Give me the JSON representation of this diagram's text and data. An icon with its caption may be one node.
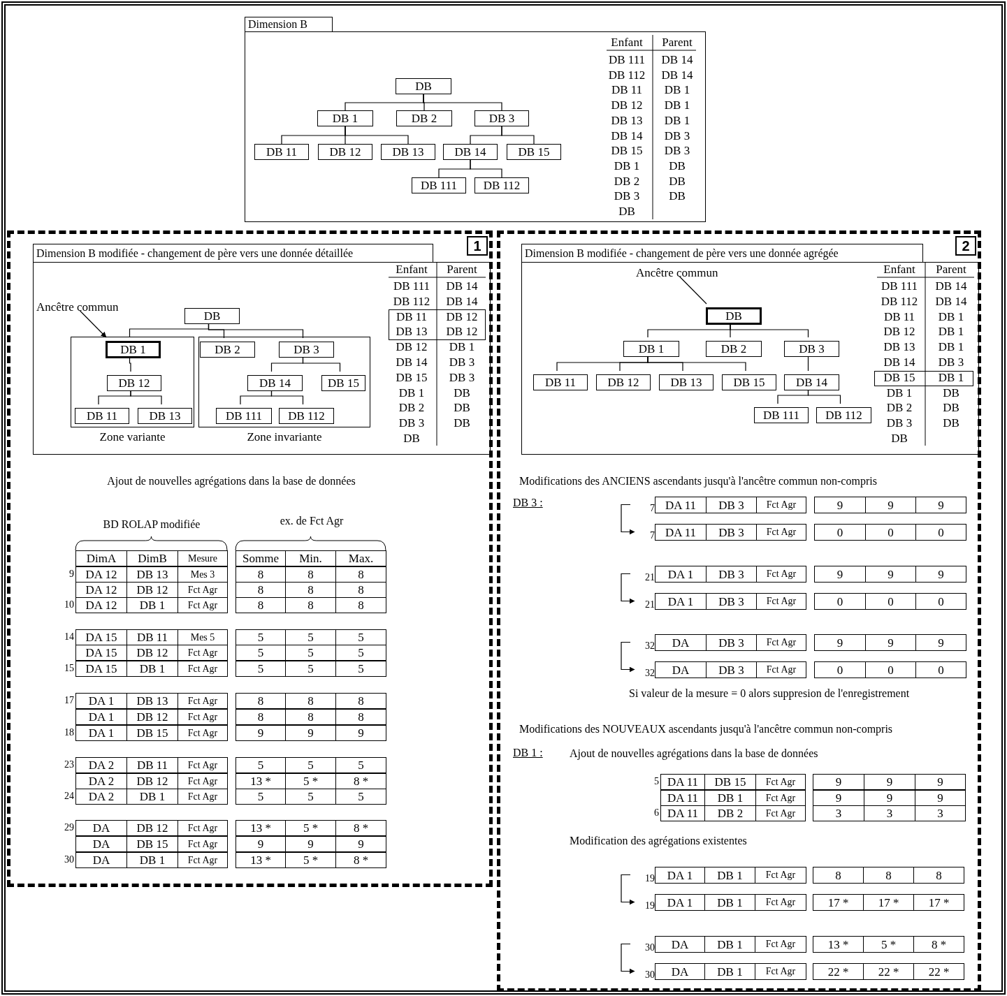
{
  "diagram": {
    "nodes": [
      {
        "text": [
          "Dimension B"
        ]
      },
      {
        "text": [
          "DB"
        ],
        "in": 0
      },
      {
        "text": [
          "DB 1"
        ],
        "in": 0
      },
      {
        "text": [
          "DB 2"
        ],
        "in": 0
      },
      {
        "text": [
          "DB 3"
        ],
        "in": 0
      },
      {
        "text": [
          "DB 11"
        ],
        "in": 0
      },
      {
        "text": [
          "DB 12"
        ],
        "in": 0
      },
      {
        "text": [
          "DB 13"
        ],
        "in": 0
      },
      {
        "text": [
          "DB 14"
        ],
        "in": 0
      },
      {
        "text": [
          "DB 15"
        ],
        "in": 0
      },
      {
        "text": [
          "DB 111"
        ],
        "in": 0
      },
      {
        "text": [
          "DB 112"
        ],
        "in": 0
      },
      {
        "text": [
          "1"
        ]
      },
      {
        "text": [
          "Dimension B modifiée - changement de père vers une donnée détaillée"
        ],
        "in": 12
      },
      {
        "text": [
          "Ancêtre commun"
        ],
        "in": 13
      },
      {
        "text": [
          "DB"
        ],
        "in": 13
      },
      {
        "text": [
          "Zone variante"
        ],
        "in": 13
      },
      {
        "text": [
          "DB 1"
        ],
        "in": 16
      },
      {
        "text": [
          "DB 12"
        ],
        "in": 16
      },
      {
        "text": [
          "DB 11"
        ],
        "in": 16
      },
      {
        "text": [
          "DB 13"
        ],
        "in": 16
      },
      {
        "text": [
          "Zone invariante"
        ],
        "in": 13
      },
      {
        "text": [
          "DB 2"
        ],
        "in": 21
      },
      {
        "text": [
          "DB 3"
        ],
        "in": 21
      },
      {
        "text": [
          "DB 14"
        ],
        "in": 21
      },
      {
        "text": [
          "DB 15"
        ],
        "in": 21
      },
      {
        "text": [
          "DB 111"
        ],
        "in": 21
      },
      {
        "text": [
          "DB 112"
        ],
        "in": 21
      },
      {
        "text": [
          "2"
        ]
      },
      {
        "text": [
          "Dimension B modifiée - changement de père vers une donnée agrégée"
        ],
        "in": 28
      },
      {
        "text": [
          "Ancêtre commun"
        ],
        "in": 29
      },
      {
        "text": [
          "DB"
        ],
        "in": 29
      },
      {
        "text": [
          "DB 1"
        ],
        "in": 29
      },
      {
        "text": [
          "DB 2"
        ],
        "in": 29
      },
      {
        "text": [
          "DB 3"
        ],
        "in": 29
      },
      {
        "text": [
          "DB 11"
        ],
        "in": 29
      },
      {
        "text": [
          "DB 12"
        ],
        "in": 29
      },
      {
        "text": [
          "DB 13"
        ],
        "in": 29
      },
      {
        "text": [
          "DB 15"
        ],
        "in": 29
      },
      {
        "text": [
          "DB 14"
        ],
        "in": 29
      },
      {
        "text": [
          "DB 111"
        ],
        "in": 29
      },
      {
        "text": [
          "DB 112"
        ],
        "in": 29
      },
      {
        "text": [
          "7"
        ],
        "in": 28
      },
      {
        "text": [
          "7"
        ],
        "in": 28
      },
      {
        "text": [
          "21"
        ],
        "in": 28
      },
      {
        "text": [
          "21"
        ],
        "in": 28
      },
      {
        "text": [
          "32"
        ],
        "in": 28
      },
      {
        "text": [
          "32"
        ],
        "in": 28
      },
      {
        "text": [
          "19"
        ],
        "in": 28
      },
      {
        "text": [
          "19"
        ],
        "in": 28
      },
      {
        "text": [
          "30"
        ],
        "in": 28
      },
      {
        "text": [
          "30"
        ],
        "in": 28
      }
    ],
    "edges": [
      {
        "from": 1,
        "to": 2,
        "arrow": "none"
      },
      {
        "from": 1,
        "to": 3,
        "arrow": "none"
      },
      {
        "from": 1,
        "to": 4,
        "arrow": "none"
      },
      {
        "from": 2,
        "to": 5,
        "arrow": "none"
      },
      {
        "from": 2,
        "to": 6,
        "arrow": "none"
      },
      {
        "from": 2,
        "to": 7,
        "arrow": "none"
      },
      {
        "from": 4,
        "to": 8,
        "arrow": "none"
      },
      {
        "from": 4,
        "to": 9,
        "arrow": "none"
      },
      {
        "from": 8,
        "to": 10,
        "arrow": "none"
      },
      {
        "from": 8,
        "to": 11,
        "arrow": "none"
      },
      {
        "from": 14,
        "to": 17,
        "arrow": "to"
      },
      {
        "from": 15,
        "to": 17,
        "arrow": "none"
      },
      {
        "from": 15,
        "to": 22,
        "arrow": "none"
      },
      {
        "from": 15,
        "to": 23,
        "arrow": "none"
      },
      {
        "from": 17,
        "to": 18,
        "arrow": "none"
      },
      {
        "from": 18,
        "to": 19,
        "arrow": "none"
      },
      {
        "from": 18,
        "to": 20,
        "arrow": "none"
      },
      {
        "from": 23,
        "to": 24,
        "arrow": "none"
      },
      {
        "from": 23,
        "to": 25,
        "arrow": "none"
      },
      {
        "from": 24,
        "to": 26,
        "arrow": "none"
      },
      {
        "from": 24,
        "to": 27,
        "arrow": "none"
      },
      {
        "from": 30,
        "to": 31,
        "arrow": "none"
      },
      {
        "from": 31,
        "to": 32,
        "arrow": "none"
      },
      {
        "from": 31,
        "to": 33,
        "arrow": "none"
      },
      {
        "from": 31,
        "to": 34,
        "arrow": "none"
      },
      {
        "from": 32,
        "to": 35,
        "arrow": "none"
      },
      {
        "from": 32,
        "to": 36,
        "arrow": "none"
      },
      {
        "from": 32,
        "to": 37,
        "arrow": "none"
      },
      {
        "from": 32,
        "to": 38,
        "arrow": "none"
      },
      {
        "from": 34,
        "to": 39,
        "arrow": "none"
      },
      {
        "from": 39,
        "to": 40,
        "arrow": "none"
      },
      {
        "from": 39,
        "to": 41,
        "arrow": "none"
      },
      {
        "from": 42,
        "to": 43,
        "arrow": "to"
      },
      {
        "from": 44,
        "to": 45,
        "arrow": "to"
      },
      {
        "from": 46,
        "to": 47,
        "arrow": "to"
      },
      {
        "from": 48,
        "to": 49,
        "arrow": "to"
      },
      {
        "from": 50,
        "to": 51,
        "arrow": "to"
      }
    ],
    "labels": [
      "Enfant",
      "Parent",
      "DB 111",
      "DB 14",
      "DB 112",
      "DB 14",
      "DB 11",
      "DB 1",
      "DB 12",
      "DB 1",
      "DB 13",
      "DB 1",
      "DB 14",
      "DB 3",
      "DB 15",
      "DB 3",
      "DB 1",
      "DB",
      "DB 2",
      "DB",
      "DB 3",
      "DB",
      "DB",
      "Enfant",
      "Parent",
      "DB 111",
      "DB 14",
      "DB 112",
      "DB 14",
      "DB 11",
      "DB 12",
      "DB 13",
      "DB 12",
      "DB 12",
      "DB 1",
      "DB 14",
      "DB 3",
      "DB 15",
      "DB 3",
      "DB 1",
      "DB",
      "DB 2",
      "DB",
      "DB 3",
      "DB",
      "DB",
      "Enfant",
      "Parent",
      "DB 111",
      "DB 14",
      "DB 112",
      "DB 14",
      "DB 11",
      "DB 1",
      "DB 12",
      "DB 1",
      "DB 13",
      "DB 1",
      "DB 14",
      "DB 3",
      "DB 15",
      "DB 1",
      "DB 1",
      "DB",
      "DB 2",
      "DB",
      "DB 3",
      "DB",
      "DB",
      "Ajout de nouvelles agrégations dans la base de données",
      "BD ROLAP modifiée",
      "ex. de Fct Agr",
      "DimA",
      "DimB",
      "Mesure",
      "Somme",
      "Min.",
      "Max.",
      "9",
      "DA 12",
      "DB 13",
      "Mes 3",
      "8",
      "8",
      "8",
      "DA 12",
      "DB 12",
      "Fct Agr",
      "8",
      "8",
      "8",
      "10",
      "DA 12",
      "DB 1",
      "Fct Agr",
      "8",
      "8",
      "8",
      "14",
      "DA 15",
      "DB 11",
      "Mes 5",
      "5",
      "5",
      "5",
      "DA 15",
      "DB 12",
      "Fct Agr",
      "5",
      "5",
      "5",
      "15",
      "DA 15",
      "DB 1",
      "Fct Agr",
      "5",
      "5",
      "5",
      "17",
      "DA 1",
      "DB 13",
      "Fct Agr",
      "8",
      "8",
      "8",
      "DA 1",
      "DB 12",
      "Fct Agr",
      "8",
      "8",
      "8",
      "18",
      "DA 1",
      "DB 15",
      "Fct Agr",
      "9",
      "9",
      "9",
      "23",
      "DA 2",
      "DB 11",
      "Fct Agr",
      "5",
      "5",
      "5",
      "DA 2",
      "DB 12",
      "Fct Agr",
      "13 *",
      "5 *",
      "8 *",
      "24",
      "DA 2",
      "DB 1",
      "Fct Agr",
      "5",
      "5",
      "5",
      "29",
      "DA",
      "DB 12",
      "Fct Agr",
      "13 *",
      "5 *",
      "8 *",
      "DA",
      "DB 15",
      "Fct Agr",
      "9",
      "9",
      "9",
      "30",
      "DA",
      "DB 1",
      "Fct Agr",
      "13 *",
      "5 *",
      "8 *",
      "Modifications des ANCIENS ascendants jusqu'à l'ancêtre commun non-compris",
      "DB 3 :",
      "DA 11",
      "DB 3",
      "Fct Agr",
      "9",
      "9",
      "9",
      "DA 11",
      "DB 3",
      "Fct Agr",
      "0",
      "0",
      "0",
      "DA 1",
      "DB 3",
      "Fct Agr",
      "9",
      "9",
      "9",
      "DA 1",
      "DB 3",
      "Fct Agr",
      "0",
      "0",
      "0",
      "DA",
      "DB 3",
      "Fct Agr",
      "9",
      "9",
      "9",
      "DA",
      "DB 3",
      "Fct Agr",
      "0",
      "0",
      "0",
      "Si valeur de la mesure = 0 alors suppresion de l'enregistrement",
      "Modifications des NOUVEAUX ascendants jusqu'à l'ancêtre commun non-compris",
      "DB 1 :",
      "Ajout de nouvelles agrégations dans la base de données",
      "5",
      "DA 11",
      "DB 15",
      "Fct Agr",
      "9",
      "9",
      "9",
      "DA 11",
      "DB 1",
      "Fct Agr",
      "9",
      "9",
      "9",
      "6",
      "DA 11",
      "DB 2",
      "Fct Agr",
      "3",
      "3",
      "3",
      "Modification des agrégations existentes",
      "DA 1",
      "DB 1",
      "Fct Agr",
      "8",
      "8",
      "8",
      "DA 1",
      "DB 1",
      "Fct Agr",
      "17 *",
      "17 *",
      "17 *",
      "DA",
      "DB 1",
      "Fct Agr",
      "13 *",
      "5 *",
      "8 *",
      "DA",
      "DB 1",
      "Fct Agr",
      "22 *",
      "22 *",
      "22 *"
    ]
  }
}
